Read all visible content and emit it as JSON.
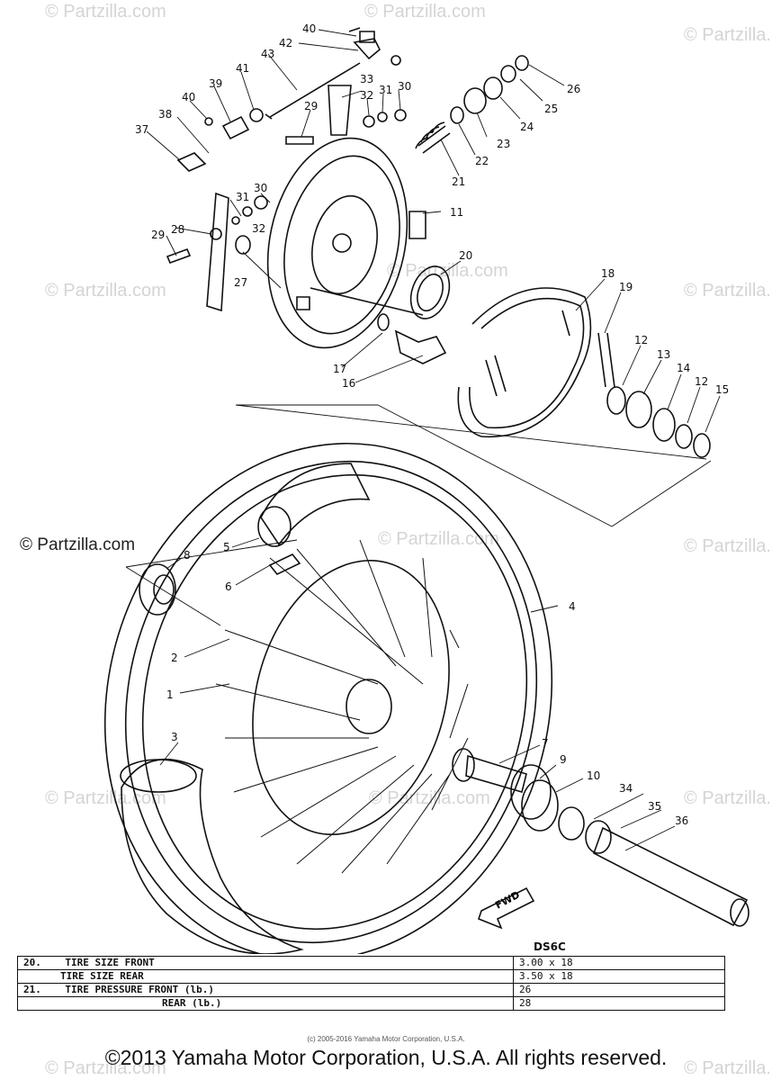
{
  "watermark": "© Partzilla.com",
  "callouts": [
    "1",
    "2",
    "3",
    "4",
    "5",
    "6",
    "7",
    "8",
    "9",
    "10",
    "11",
    "12",
    "12",
    "13",
    "14",
    "15",
    "16",
    "17",
    "18",
    "19",
    "20",
    "21",
    "22",
    "23",
    "24",
    "25",
    "26",
    "27",
    "28",
    "29",
    "29",
    "30",
    "30",
    "31",
    "31",
    "32",
    "32",
    "33",
    "34",
    "35",
    "36",
    "37",
    "38",
    "39",
    "40",
    "40",
    "41",
    "42",
    "43"
  ],
  "fwd_label": "FWD",
  "spec": {
    "model": "DS6C",
    "rows": [
      {
        "no": "20.",
        "label": "TIRE SIZE FRONT",
        "value": "3.00 x 18"
      },
      {
        "no": "",
        "label": "TIRE SIZE REAR",
        "value": "3.50 x 18"
      },
      {
        "no": "21.",
        "label": "TIRE PRESSURE FRONT (lb.)",
        "value": "26"
      },
      {
        "no": "",
        "label": "REAR (lb.)",
        "value": "28"
      }
    ]
  },
  "source_line": "(c) 2005-2016 Yamaha Motor Corporation, U.S.A.",
  "copyright": "©2013 Yamaha Motor Corporation, U.S.A. All rights reserved."
}
